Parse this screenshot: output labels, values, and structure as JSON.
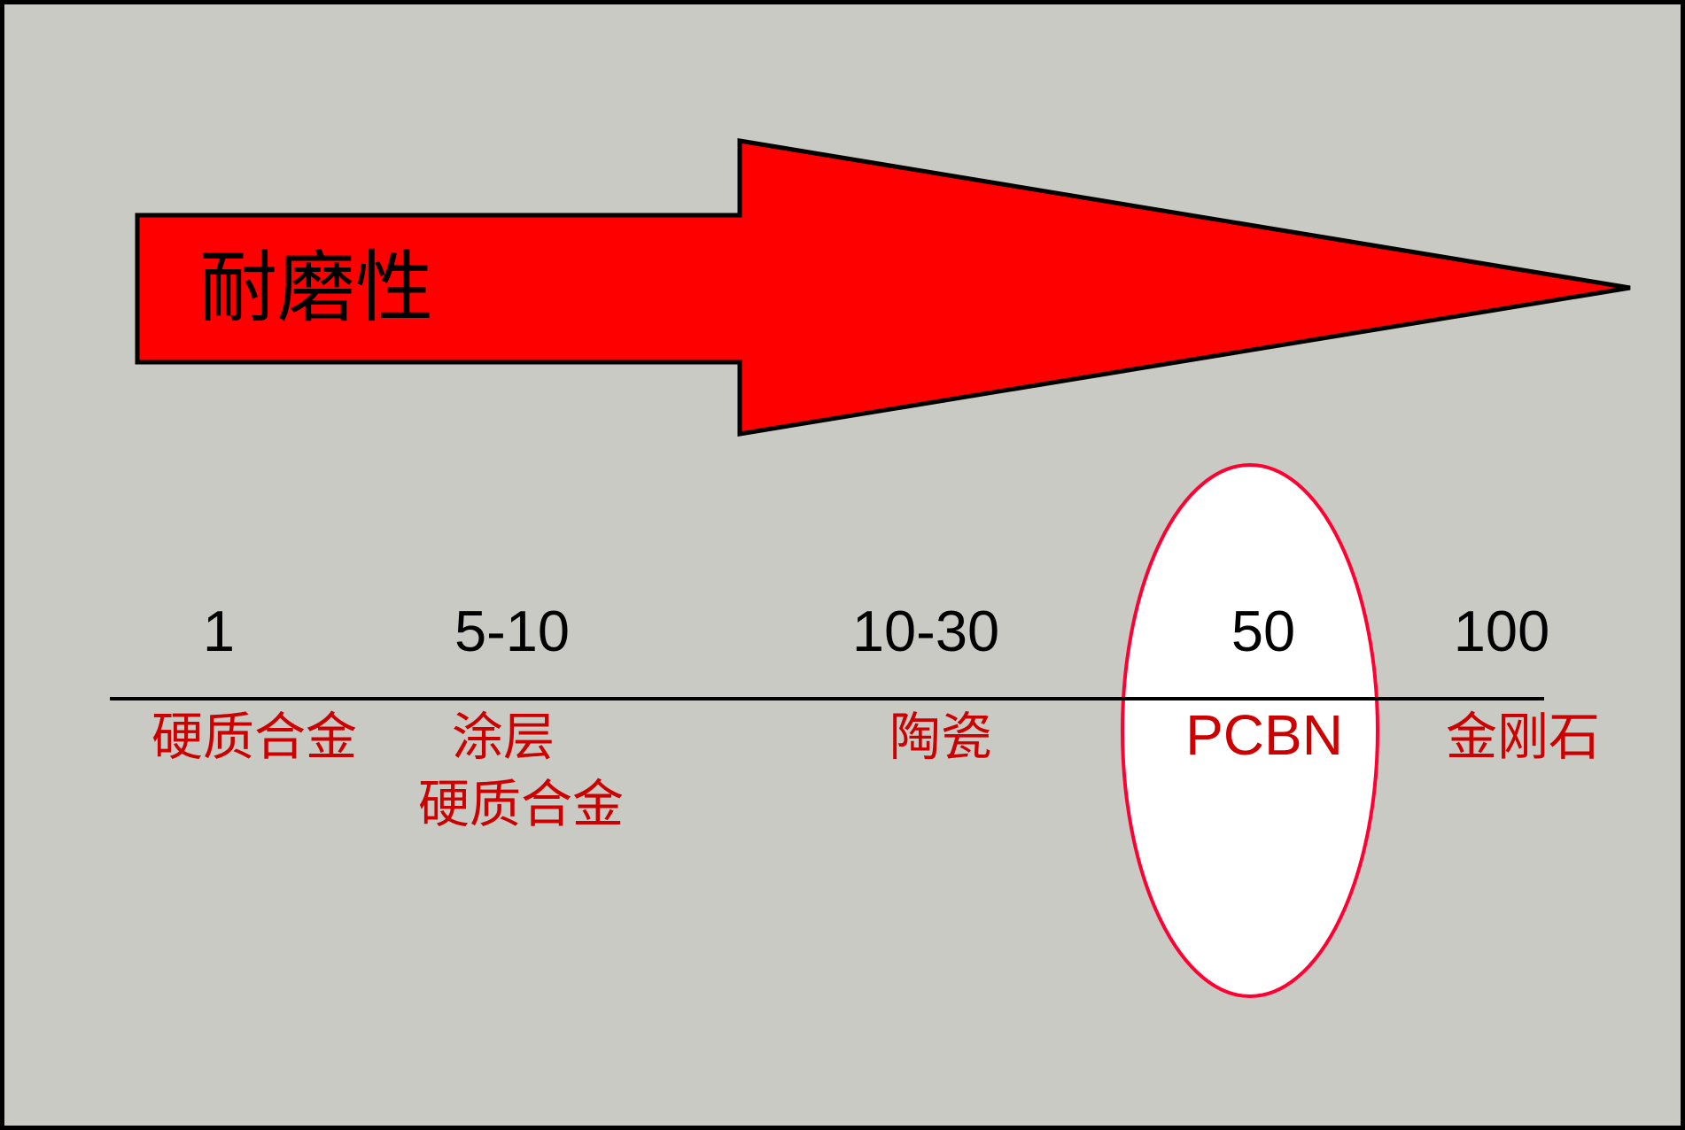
{
  "slide": {
    "background_color": "#c9cac4",
    "border_color": "#000000"
  },
  "arrow": {
    "label": "耐磨性",
    "fill_color": "#ff0000",
    "stroke_color": "#000000",
    "direction": "right"
  },
  "scale": {
    "line_color": "#000000",
    "ticks": [
      {
        "value": "1",
        "material_lines": [
          "硬质合金"
        ]
      },
      {
        "value": "5-10",
        "material_lines": [
          "涂层",
          "硬质合金"
        ]
      },
      {
        "value": "10-30",
        "material_lines": [
          "陶瓷"
        ]
      },
      {
        "value": "50",
        "material_lines": [
          "PCBN"
        ],
        "highlighted": true
      },
      {
        "value": "100",
        "material_lines": [
          "金刚石"
        ]
      }
    ],
    "value_color": "#000000",
    "material_color": "#cc0000"
  },
  "highlight": {
    "shape": "ellipse",
    "fill_color": "#ffffff",
    "stroke_color": "#ff0033",
    "target": "PCBN"
  }
}
